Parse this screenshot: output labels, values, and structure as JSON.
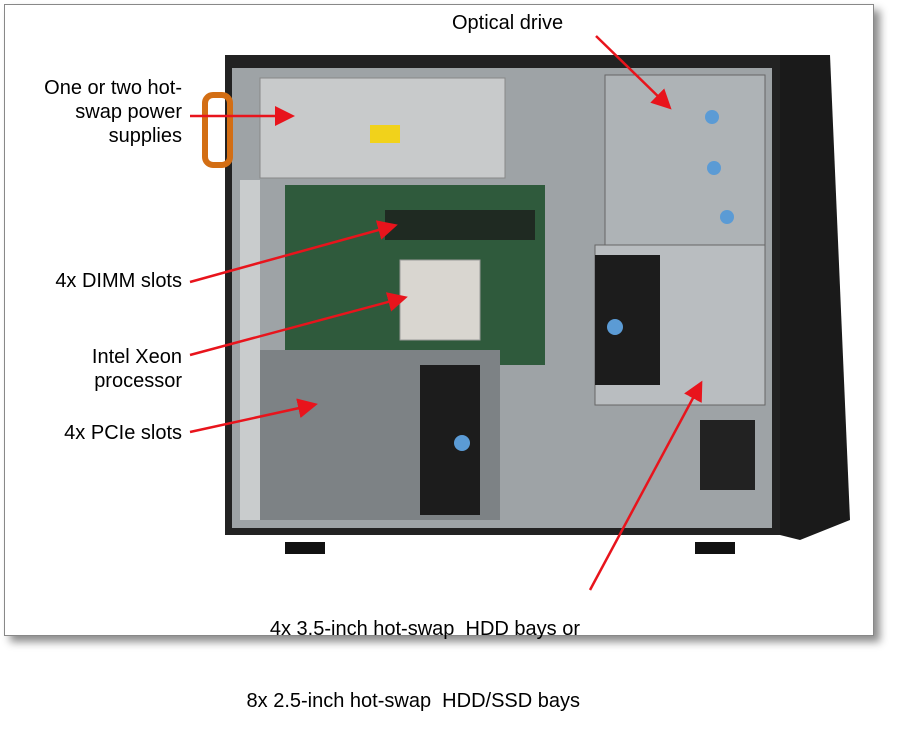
{
  "labels": {
    "optical_drive": "Optical drive",
    "power_supplies": [
      "One or two hot-",
      "swap power",
      "supplies"
    ],
    "dimm": "4x DIMM slots",
    "processor": [
      "Intel Xeon",
      "processor"
    ],
    "pcie": "4x PCIe slots",
    "hdd": [
      "4x 3.5-inch hot-swap  HDD bays or",
      "8x 2.5-inch hot-swap  HDD/SSD bays"
    ]
  },
  "colors": {
    "arrow": "#e8141c",
    "chassis": "#1e1e1e",
    "metal": "#b8bcbf",
    "board": "#2f5a3c",
    "touchpoint": "#5b9bd5"
  }
}
